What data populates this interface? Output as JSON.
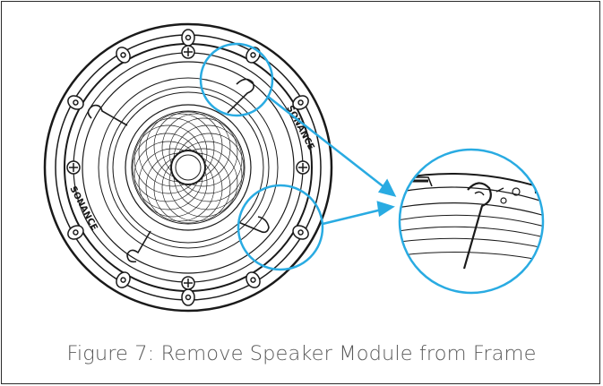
{
  "figure": {
    "caption": "Figure 7: Remove Speaker Module from Frame",
    "brand_text": "SONANCE",
    "icons": [
      "speaker-illustration",
      "detail-magnifier",
      "callout-arrow"
    ],
    "colors": {
      "outline": "#1a1a1a",
      "callout": "#29abe2",
      "caption": "#5a5a5a"
    }
  }
}
